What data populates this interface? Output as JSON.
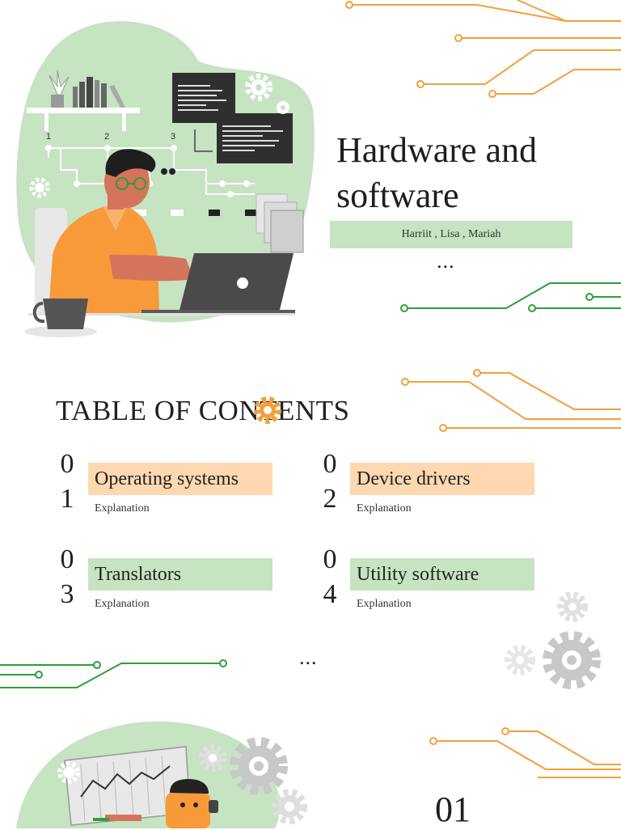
{
  "cover": {
    "title_line1": "Hardware and",
    "title_line2": "software",
    "authors": "Harriit , Lisa , Mariah",
    "ellipsis": "..."
  },
  "illustration": {
    "step_labels": [
      "1",
      "2",
      "3"
    ]
  },
  "toc": {
    "heading": "TABLE OF CONTENTS",
    "items": [
      {
        "digit1": "0",
        "digit2": "1",
        "label": "Operating systems",
        "sub": "Explanation"
      },
      {
        "digit1": "0",
        "digit2": "2",
        "label": "Device drivers",
        "sub": "Explanation"
      },
      {
        "digit1": "0",
        "digit2": "3",
        "label": "Translators",
        "sub": "Explanation"
      },
      {
        "digit1": "0",
        "digit2": "4",
        "label": "Utility software",
        "sub": "Explanation"
      }
    ],
    "ellipsis": "..."
  },
  "section": {
    "number": "01"
  },
  "colors": {
    "orange_circuit": "#f3a03a",
    "green_circuit": "#2e9e3a",
    "green_blob": "#c6e3c2",
    "orange_label": "#fdd8b0",
    "gear_gray": "#c8c8c8"
  }
}
